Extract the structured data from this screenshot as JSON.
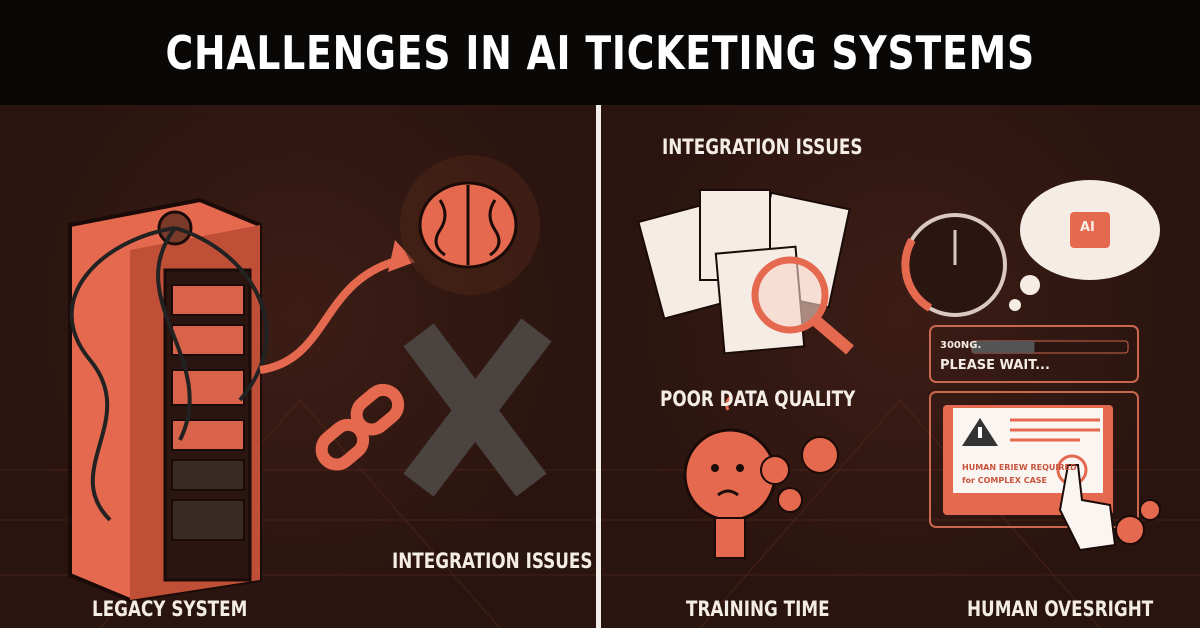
{
  "title": "CHALLENGES IN AI TICKETING SYSTEMS",
  "colors": {
    "background": "#2a140f",
    "accent": "#e5694f",
    "header": "#0a0807",
    "text": "#f4ece6"
  },
  "left_panel": {
    "labels": {
      "legacy_system": "LEGACY SYSTEM",
      "integration_issues": "INTEGRATION ISSUES"
    },
    "icons": [
      "server-rack-icon",
      "brain-icon",
      "arrow-icon",
      "broken-chain-link-icon",
      "x-mark-icon"
    ]
  },
  "right_panel": {
    "labels": {
      "integration_issues": "INTEGRATION ISSUES",
      "poor_data_quality": "POOR DATA QUALITY",
      "training_time": "TRAINING TIME",
      "human_oversight": "HUMAN OVESRIGHT"
    },
    "loading_box": {
      "status": "300NG.",
      "message": "PLEASE WAIT...",
      "progress": 0.4
    },
    "alert_card": {
      "line1": "HUMAN ERIEW REQUIRED",
      "line2": "for COMPLEX CASE"
    },
    "thought_bubble": {
      "text": "AI"
    },
    "icons": [
      "documents-icon",
      "magnifier-icon",
      "clock-icon",
      "thought-bubble-icon",
      "robot-head-icon",
      "gears-icon",
      "warning-icon",
      "pointing-hand-icon"
    ]
  }
}
